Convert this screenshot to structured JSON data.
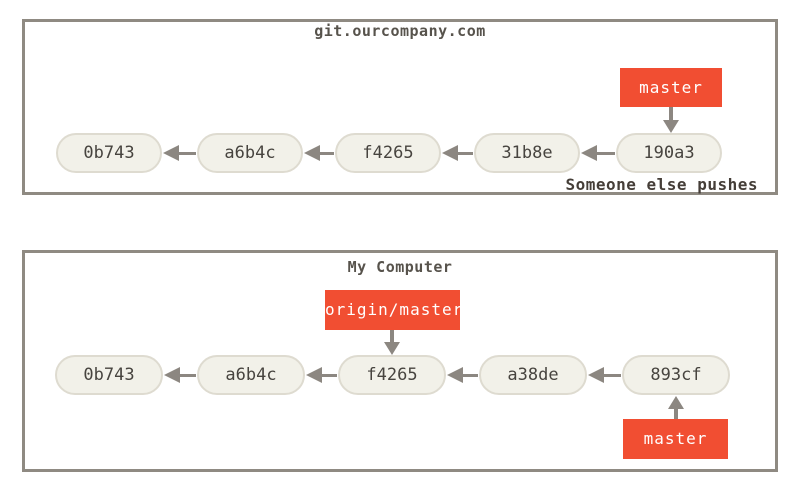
{
  "colors": {
    "background": "#ffffff",
    "box_border": "#8f8a82",
    "box_title_text": "#57534c",
    "caption_text": "#453e38",
    "node_fill": "#f2f1e9",
    "node_border": "#dedbd0",
    "node_text": "#47443f",
    "branch_label_bg": "#f14e32",
    "branch_label_text": "#ffffff",
    "arrow": "#8c8781"
  },
  "remote": {
    "title": "git.ourcompany.com",
    "branch_label": "master",
    "caption": "Someone else pushes",
    "commits": [
      "0b743",
      "a6b4c",
      "f4265",
      "31b8e",
      "190a3"
    ]
  },
  "local": {
    "title": "My Computer",
    "remote_tracking_label": "origin/master",
    "branch_label": "master",
    "commits": [
      "0b743",
      "a6b4c",
      "f4265",
      "a38de",
      "893cf"
    ]
  }
}
